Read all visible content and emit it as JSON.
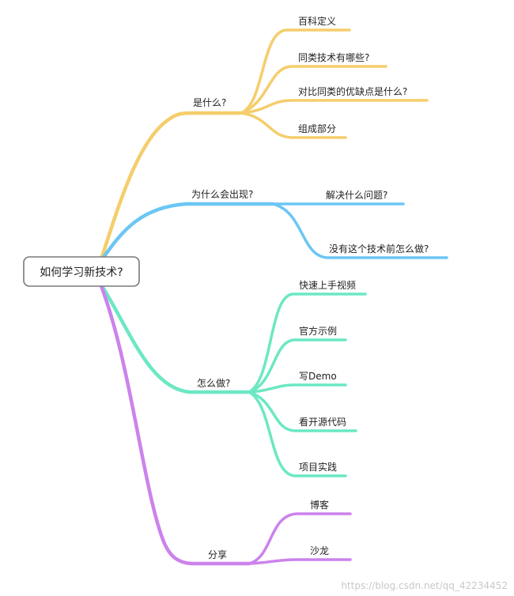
{
  "root": {
    "label": "如何学习新技术?"
  },
  "colors": {
    "what": "#f5cd6b",
    "why": "#6cc6f4",
    "how": "#6be8c3",
    "share": "#cc82ec",
    "root_border": "#7a7a7a"
  },
  "branches": [
    {
      "id": "what",
      "label": "是什么?",
      "leaves": [
        "百科定义",
        "同类技术有哪些?",
        "对比同类的优缺点是什么?",
        "组成部分"
      ]
    },
    {
      "id": "why",
      "label": "为什么会出现?",
      "leaves": [
        "解决什么问题?",
        "没有这个技术前怎么做?"
      ]
    },
    {
      "id": "how",
      "label": "怎么做?",
      "leaves": [
        "快速上手视频",
        "官方示例",
        "写Demo",
        "看开源代码",
        "项目实践"
      ]
    },
    {
      "id": "share",
      "label": "分享",
      "leaves": [
        "博客",
        "沙龙"
      ]
    }
  ],
  "watermark": "https://blog.csdn.net/qq_42234452"
}
